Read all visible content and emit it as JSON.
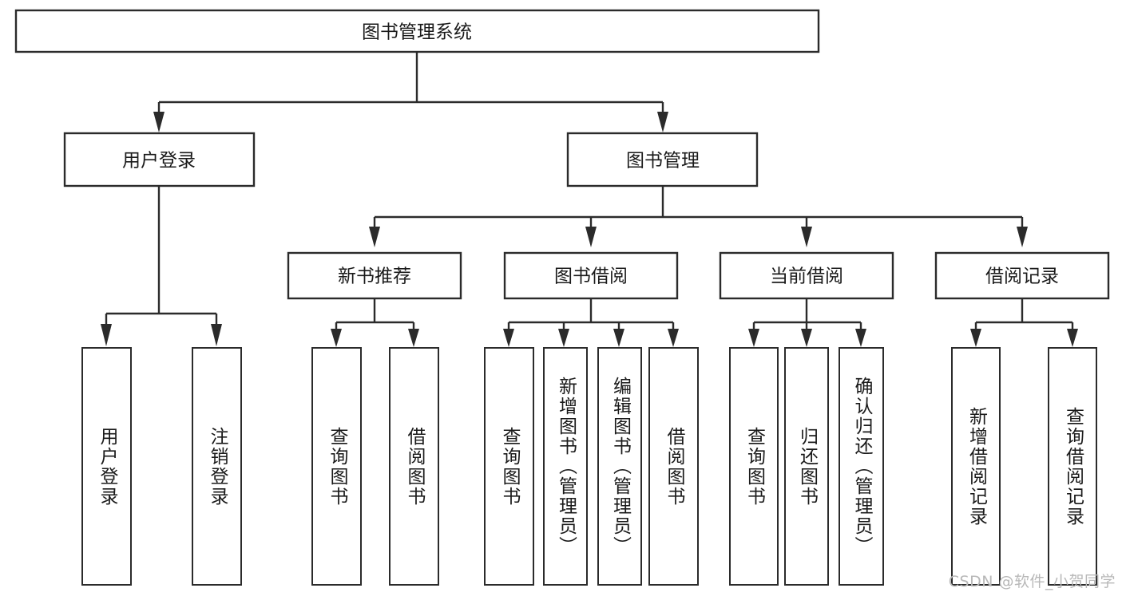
{
  "diagram": {
    "title": "图书管理系统",
    "type": "tree-hierarchy-diagram",
    "colors": {
      "box_stroke": "#2b2b2b",
      "box_fill": "#ffffff",
      "text": "#1a1a1a",
      "background": "#ffffff",
      "watermark": "#b8b8b8"
    },
    "root": {
      "label": "图书管理系统"
    },
    "level2": [
      {
        "label": "用户登录"
      },
      {
        "label": "图书管理"
      }
    ],
    "level3": [
      {
        "label": "新书推荐"
      },
      {
        "label": "图书借阅"
      },
      {
        "label": "当前借阅"
      },
      {
        "label": "借阅记录"
      }
    ],
    "leaves": [
      {
        "label": "用户登录",
        "parent": "用户登录"
      },
      {
        "label": "注销登录",
        "parent": "用户登录"
      },
      {
        "label": "查询图书",
        "parent": "新书推荐"
      },
      {
        "label": "借阅图书",
        "parent": "新书推荐"
      },
      {
        "label": "查询图书",
        "parent": "图书借阅"
      },
      {
        "label": "新增图书（管理员）",
        "parent": "图书借阅"
      },
      {
        "label": "编辑图书（管理员）",
        "parent": "图书借阅"
      },
      {
        "label": "借阅图书",
        "parent": "图书借阅"
      },
      {
        "label": "查询图书",
        "parent": "当前借阅"
      },
      {
        "label": "归还图书",
        "parent": "当前借阅"
      },
      {
        "label": "确认归还（管理员）",
        "parent": "当前借阅"
      },
      {
        "label": "新增借阅记录",
        "parent": "借阅记录"
      },
      {
        "label": "查询借阅记录",
        "parent": "借阅记录"
      }
    ],
    "watermark": "CSDN @软件_小贺同学"
  }
}
